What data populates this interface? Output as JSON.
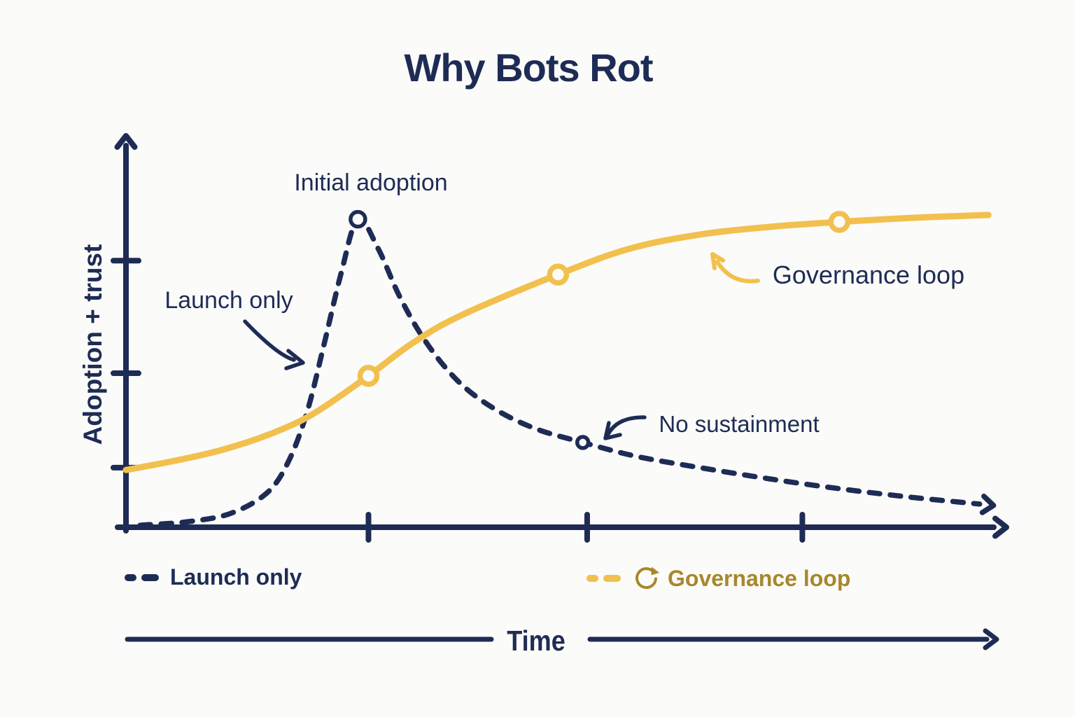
{
  "colors": {
    "navy": "#1e2c55",
    "yellow": "#f2c04e",
    "gold_text": "#a8872c",
    "background": "#fbfbf9"
  },
  "chart_data": {
    "type": "line",
    "title": "Why Bots Rot",
    "xlabel": "Time",
    "ylabel": "Adoption + trust",
    "x_range": [
      0,
      10
    ],
    "y_range": [
      0,
      100
    ],
    "x_ticks": [
      2.75,
      5.23,
      7.67
    ],
    "y_ticks": [
      18,
      46.5,
      80.5
    ],
    "grid": false,
    "legend_position": "bottom",
    "series": [
      {
        "name": "Launch only",
        "style": "dashed",
        "color": "#1e2c55",
        "points": [
          [
            0.16,
            0.6
          ],
          [
            0.71,
            1.7
          ],
          [
            1.19,
            4.2
          ],
          [
            1.6,
            10.4
          ],
          [
            1.84,
            19.7
          ],
          [
            2.05,
            34.5
          ],
          [
            2.24,
            54.5
          ],
          [
            2.44,
            76.7
          ],
          [
            2.63,
            93
          ],
          [
            2.86,
            84.1
          ],
          [
            3.11,
            69.3
          ],
          [
            3.41,
            55.6
          ],
          [
            3.77,
            44
          ],
          [
            4.17,
            35.9
          ],
          [
            4.64,
            29.8
          ],
          [
            5.18,
            25.6
          ],
          [
            5.79,
            21.4
          ],
          [
            6.51,
            18
          ],
          [
            7.3,
            14.6
          ],
          [
            8.1,
            11.6
          ],
          [
            8.89,
            9.1
          ],
          [
            9.68,
            7
          ]
        ],
        "markers": [
          [
            2.63,
            93,
            10.5
          ],
          [
            5.18,
            25.6,
            8
          ]
        ],
        "arrow_end": true
      },
      {
        "name": "Governance loop",
        "style": "solid",
        "color": "#f2c04e",
        "points": [
          [
            0,
            17.3
          ],
          [
            0.56,
            20.1
          ],
          [
            1.11,
            23.5
          ],
          [
            1.67,
            28.5
          ],
          [
            2.14,
            34.5
          ],
          [
            2.75,
            45.7
          ],
          [
            3.25,
            55.6
          ],
          [
            3.81,
            64.1
          ],
          [
            4.9,
            76.3
          ],
          [
            5.71,
            84.1
          ],
          [
            6.51,
            88.4
          ],
          [
            7.3,
            90.7
          ],
          [
            8.09,
            92.2
          ],
          [
            8.89,
            93.4
          ],
          [
            9.78,
            94.3
          ]
        ],
        "markers": [
          [
            2.75,
            45.7,
            12
          ],
          [
            4.9,
            76.3,
            12
          ],
          [
            8.09,
            92.2,
            12
          ]
        ],
        "arrow_end": false
      }
    ],
    "annotations": [
      {
        "text": "Initial adoption"
      },
      {
        "text": "Launch only"
      },
      {
        "text": "Governance loop"
      },
      {
        "text": "No sustainment"
      }
    ]
  },
  "legend": {
    "items": [
      {
        "label": "Launch only",
        "color": "#1e2c55",
        "swatch": "dashed-line"
      },
      {
        "label": "Governance loop",
        "color": "#f2c04e",
        "text_color": "#a8872c",
        "swatch": "dashed-line",
        "icon": "loop-arrow"
      }
    ]
  }
}
